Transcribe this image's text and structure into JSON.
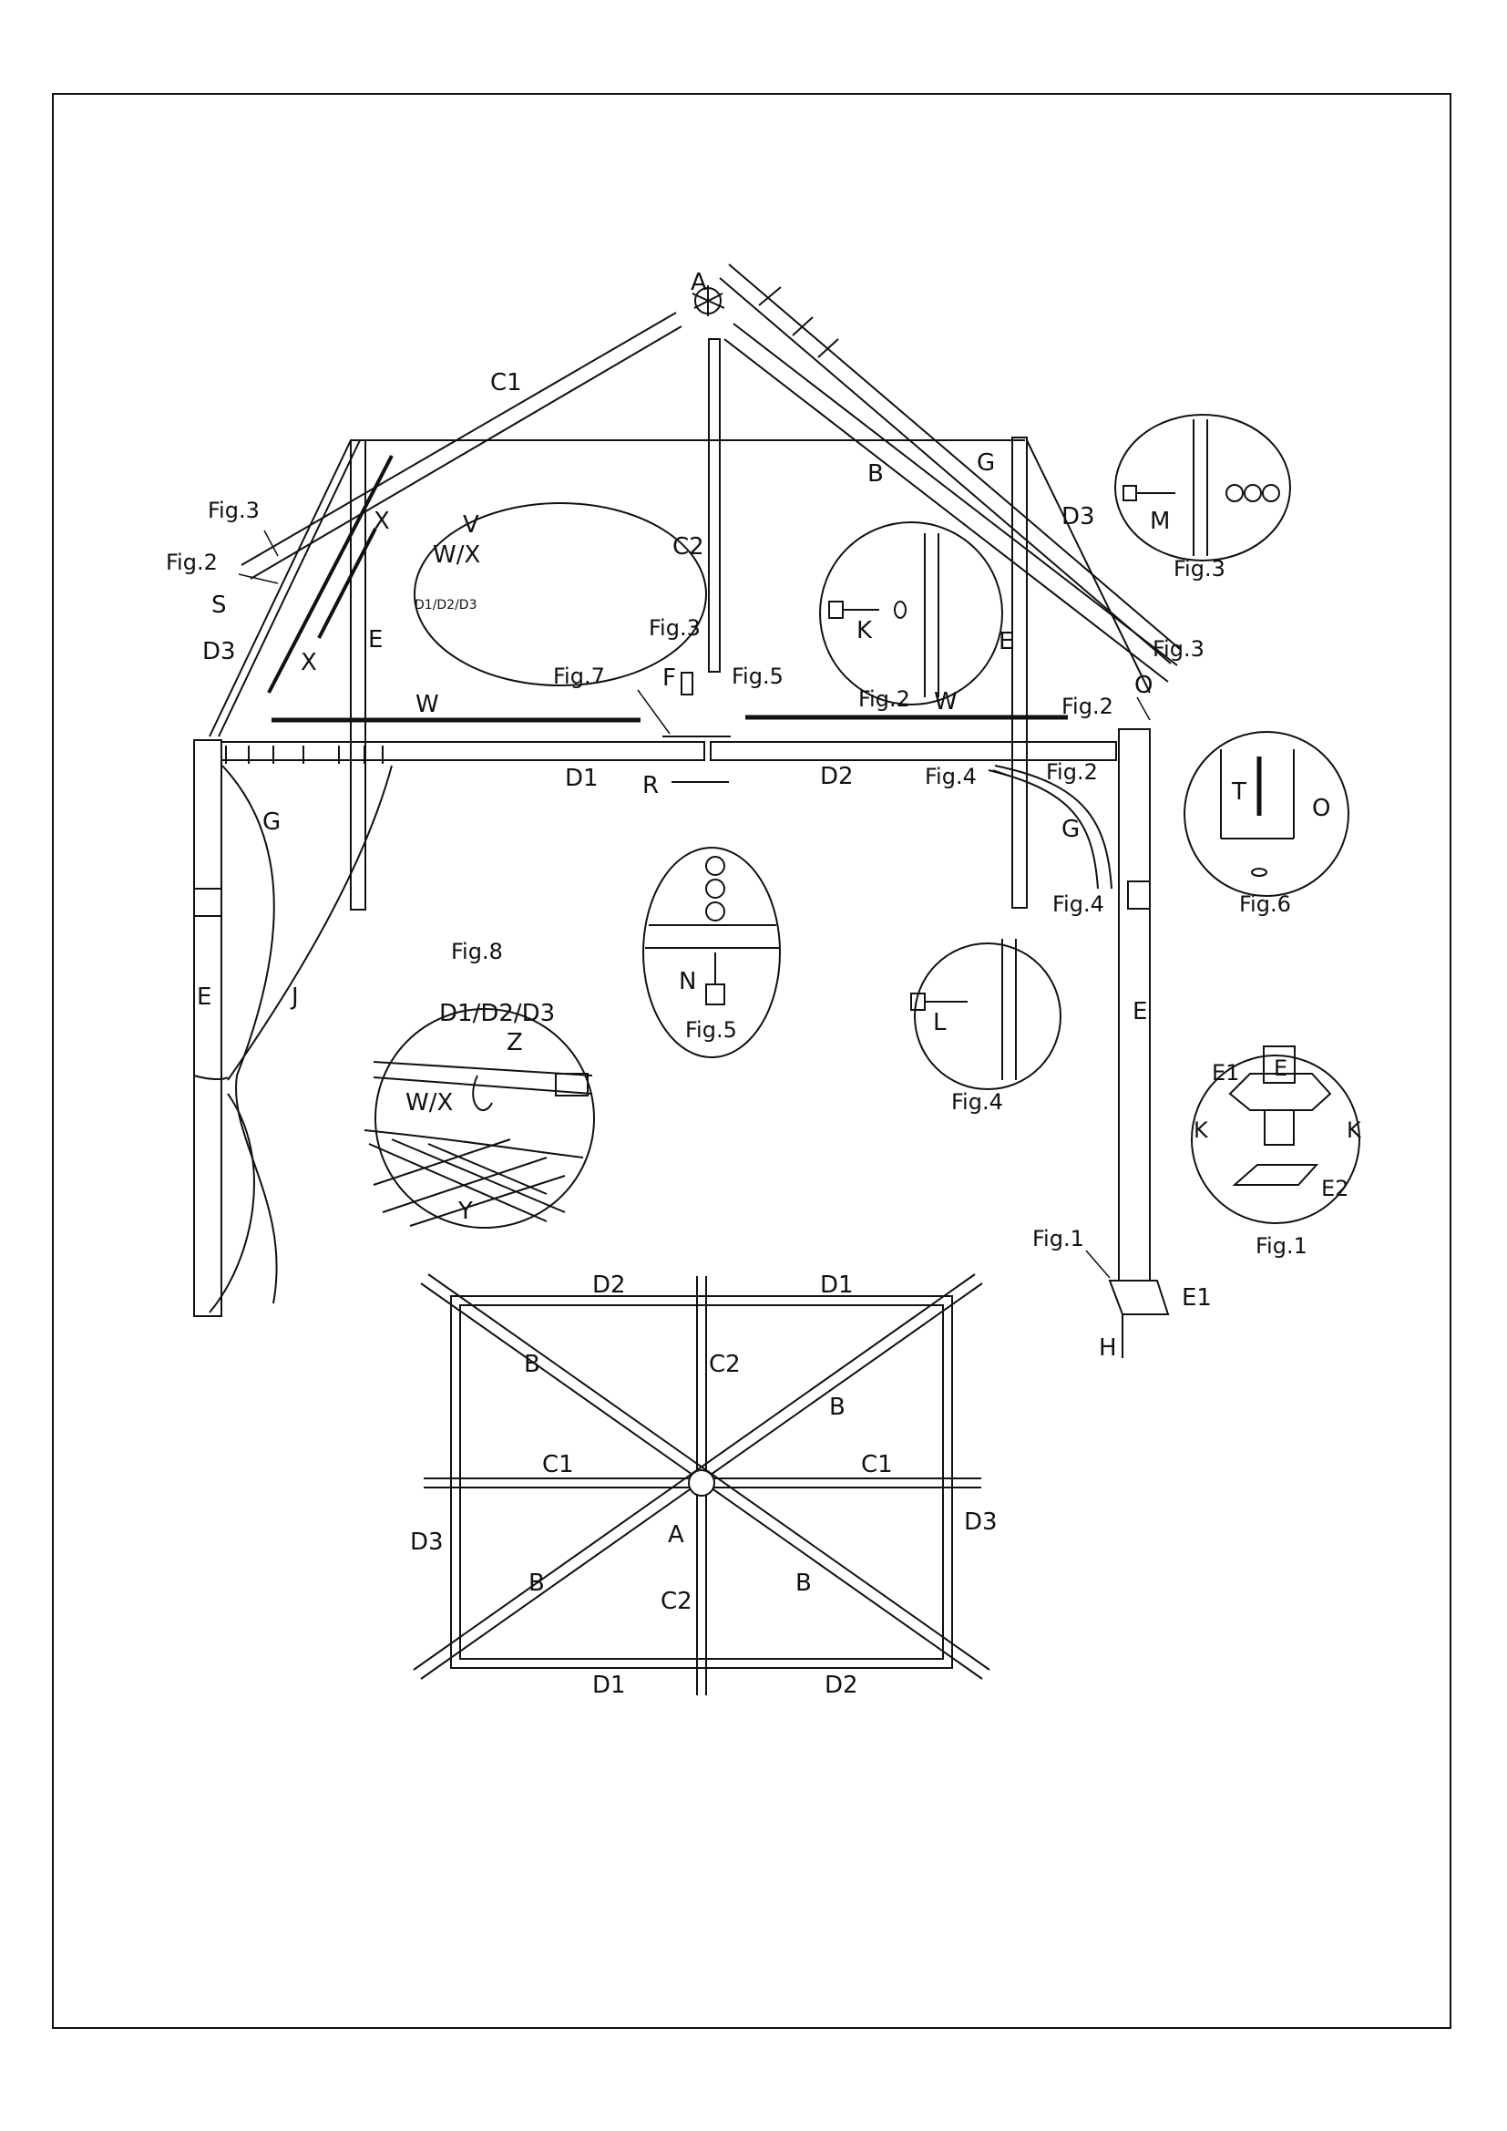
{
  "labels": {
    "A": "A",
    "B": "B",
    "C1": "C1",
    "C2": "C2",
    "D1": "D1",
    "D2": "D2",
    "D3": "D3",
    "E": "E",
    "E1": "E1",
    "E2": "E2",
    "F": "F",
    "G": "G",
    "H": "H",
    "J": "J",
    "K": "K",
    "L": "L",
    "M": "M",
    "N": "N",
    "O": "O",
    "R": "R",
    "S": "S",
    "T": "T",
    "V": "V",
    "W": "W",
    "X": "X",
    "Y": "Y",
    "Z": "Z",
    "WX": "W/X",
    "D123": "D1/D2/D3"
  },
  "figures": {
    "fig1": "Fig.1",
    "fig2": "Fig.2",
    "fig3": "Fig.3",
    "fig4": "Fig.4",
    "fig5": "Fig.5",
    "fig6": "Fig.6",
    "fig7": "Fig.7",
    "fig8": "Fig.8"
  }
}
